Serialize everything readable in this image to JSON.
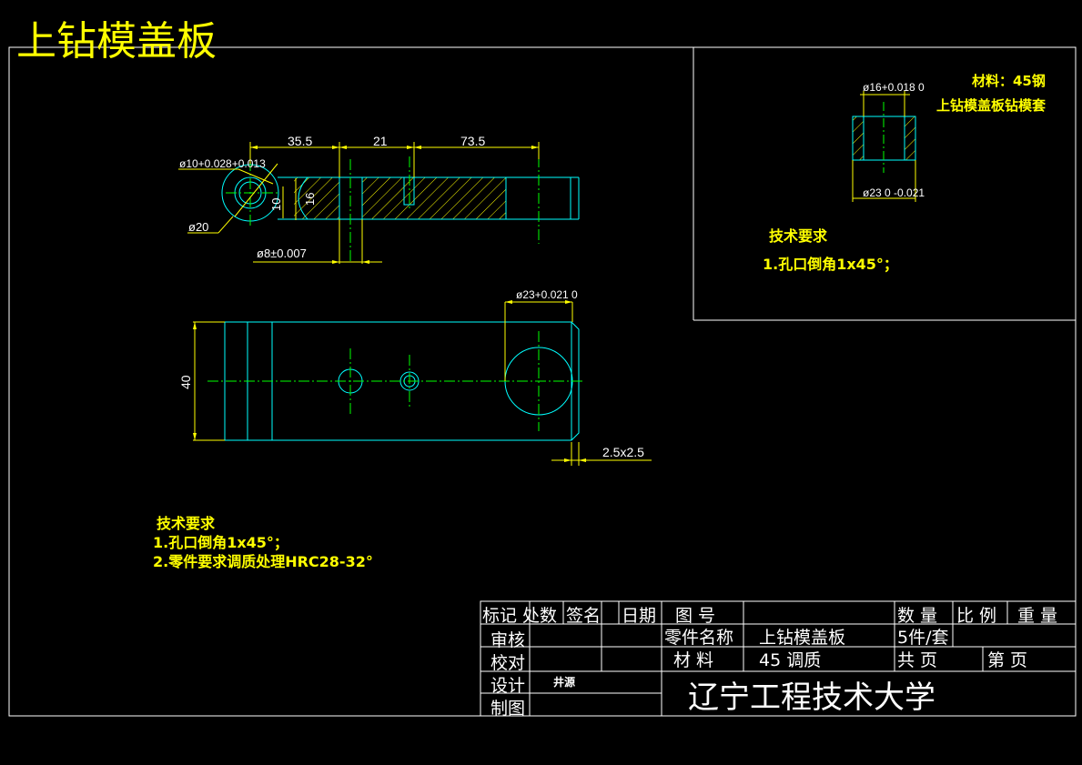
{
  "title": "上钻模盖板",
  "colors": {
    "background": "#000000",
    "frame": "#ffffff",
    "outline": "#00ffff",
    "centerline": "#00ff00",
    "hatch": "#ffff00",
    "text": "#ffff00",
    "dimension_text": "#ffffff",
    "dim_line": "#ffff00"
  },
  "top_view": {
    "dims": {
      "d1": "35.5",
      "d2": "21",
      "d3": "73.5",
      "phi10": "ø10+0.028+0.013",
      "phi20": "ø20",
      "ten": "10",
      "sixteen": "16",
      "phi8": "ø8±0.007"
    }
  },
  "front_view": {
    "dims": {
      "h40": "40",
      "phi23": "ø23+0.021 0",
      "chamfer": "2.5x2.5"
    }
  },
  "inset": {
    "material": "材料：45钢",
    "part": "上钻模盖板钻模套",
    "phi16": "ø16+0.018 0",
    "phi23": "ø23 0 -0.021",
    "tech_title": "技术要求",
    "tech_1": "1.孔口倒角1x45°；"
  },
  "tech_notes": {
    "title": "技术要求",
    "line1": "1.孔口倒角1x45°；",
    "line2": "2.零件要求调质处理HRC28-32°"
  },
  "title_block": {
    "r1": [
      "标记",
      "处数",
      "签名",
      "日期",
      "图 号",
      "数 量",
      "比 例",
      "重 量"
    ],
    "review": "审核",
    "check": "校对",
    "design": "设计",
    "designer": "井源",
    "draw": "制图",
    "part_name_label": "零件名称",
    "part_name": "上钻模盖板",
    "qty": "5件/套",
    "material_label": "材 料",
    "material": "45 调质",
    "total_pages": "共  页",
    "page_no": "第  页",
    "school": "辽宁工程技术大学"
  }
}
